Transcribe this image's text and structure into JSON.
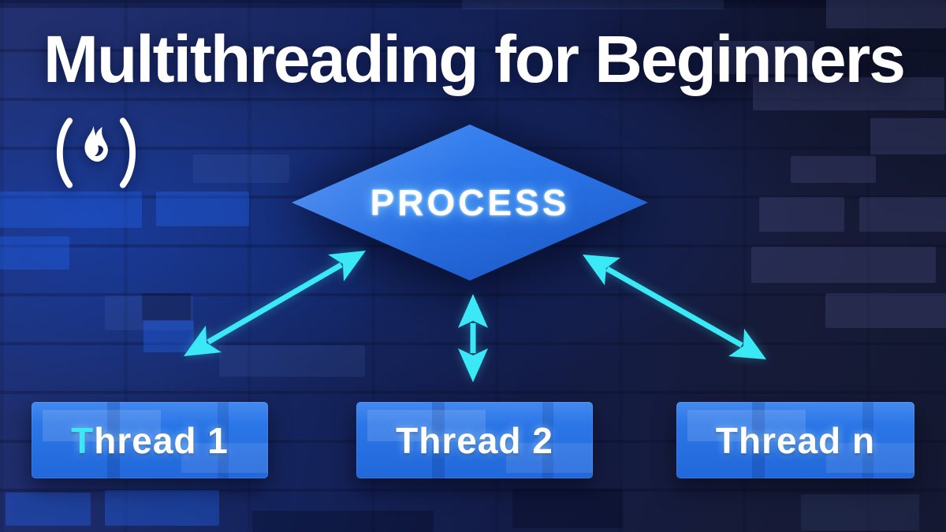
{
  "title": "Multithreading for Beginners",
  "brand": {
    "logo_icon": "freecodecamp-flame-in-parentheses"
  },
  "diagram": {
    "process_label": "PROCESS",
    "threads": [
      {
        "label": "Thread 1",
        "label_first": "T",
        "label_rest": "hread 1"
      },
      {
        "label": "Thread 2"
      },
      {
        "label": "Thread n"
      }
    ],
    "connections": [
      "process-to-thread-1",
      "process-to-thread-2",
      "process-to-thread-n"
    ]
  },
  "colors": {
    "accent_cyan": "#3BE9F6",
    "diamond_blue": "#2B6FE3",
    "box_blue": "#2574E8",
    "background_navy": "#141A38",
    "text_white": "#FFFFFF"
  }
}
